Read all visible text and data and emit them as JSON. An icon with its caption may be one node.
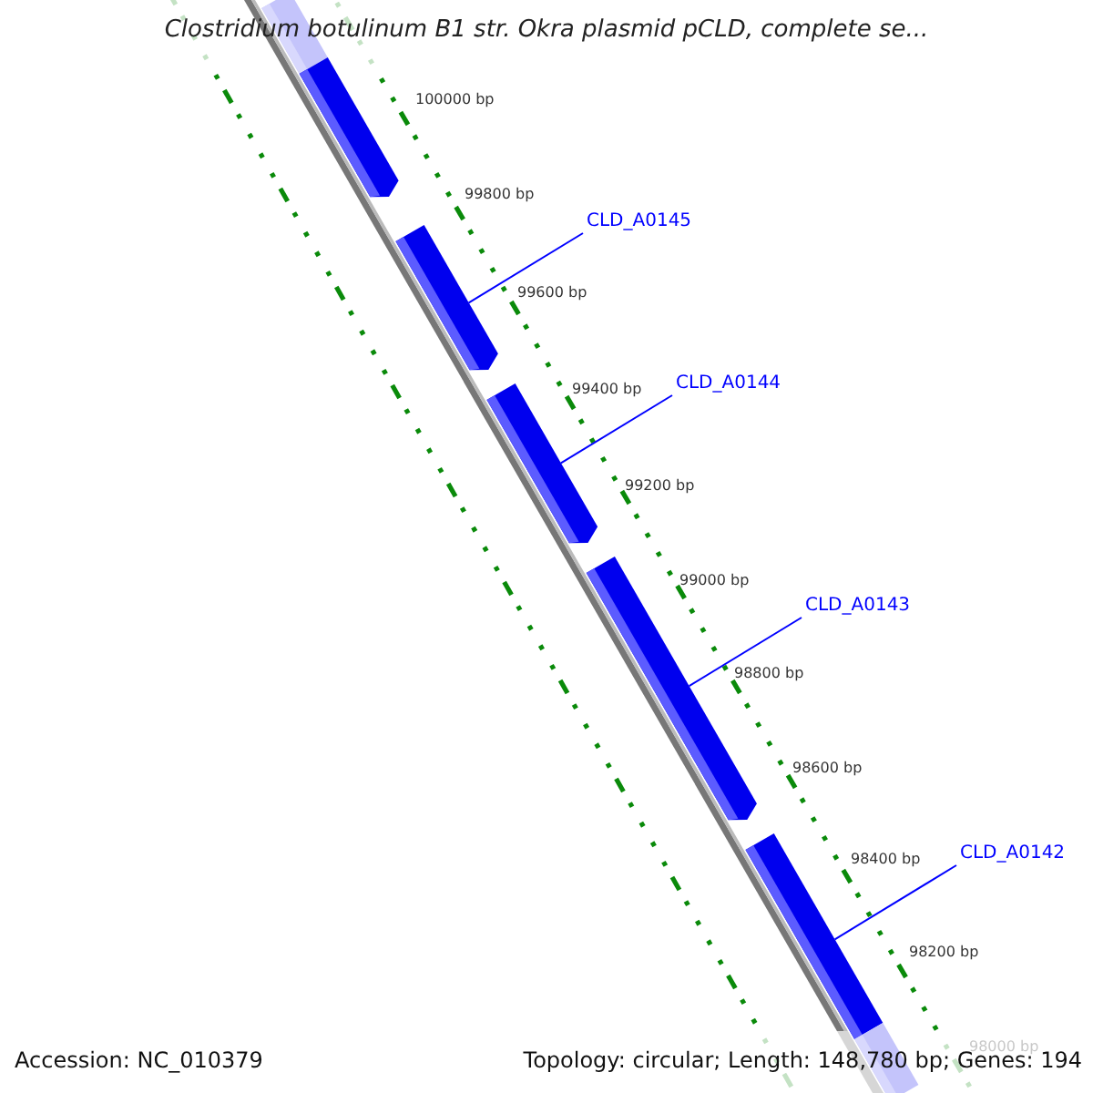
{
  "diagram": {
    "title": "Clostridium botulinum B1 str. Okra plasmid pCLD, complete se...",
    "nodes": [
      {
        "text": [],
        "shape": "arrow"
      },
      {
        "text": [],
        "shape": "arrow"
      },
      {
        "text": [],
        "shape": "arrow"
      },
      {
        "text": [],
        "shape": "arrow"
      },
      {
        "text": [],
        "shape": "arrow"
      },
      {
        "text": [
          "CLD_A0145"
        ]
      },
      {
        "text": [
          "CLD_A0144"
        ]
      },
      {
        "text": [
          "CLD_A0143"
        ]
      },
      {
        "text": [
          "CLD_A0142"
        ]
      }
    ],
    "edges": [
      {
        "from": 5,
        "to": 1,
        "arrow": "none"
      },
      {
        "from": 6,
        "to": 2,
        "arrow": "none"
      },
      {
        "from": 7,
        "to": 3,
        "arrow": "none"
      },
      {
        "from": 8,
        "to": 4,
        "arrow": "none"
      }
    ],
    "labels": [
      "100000 bp",
      "99800 bp",
      "99600 bp",
      "99400 bp",
      "99200 bp",
      "99000 bp",
      "98800 bp",
      "98600 bp",
      "98400 bp",
      "98200 bp",
      "98000 bp",
      "Accession: NC_010379",
      "Topology: circular; Length: 148,780 bp; Genes: 194"
    ]
  }
}
